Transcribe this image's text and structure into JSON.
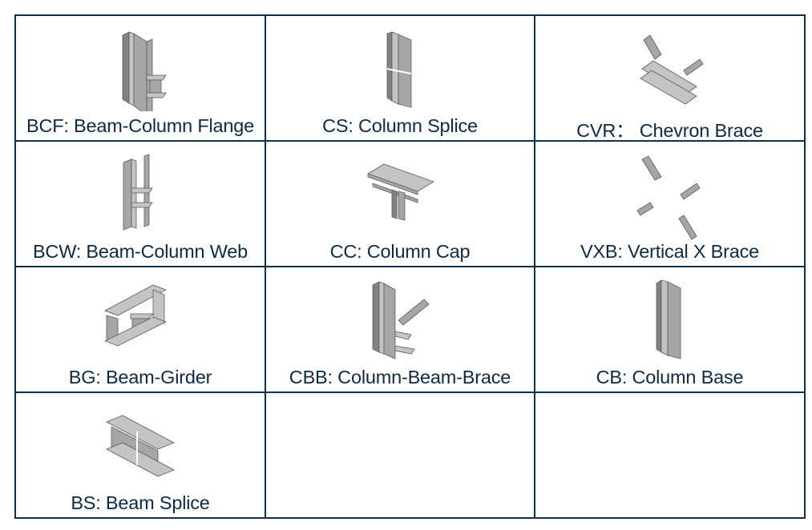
{
  "cells": [
    {
      "label": "BCF: Beam-Column Flange",
      "icon": "beam-column-flange-icon"
    },
    {
      "label": "CS: Column Splice",
      "icon": "column-splice-icon"
    },
    {
      "label": "CVR： Chevron Brace",
      "icon": "chevron-brace-icon"
    },
    {
      "label": "BCW: Beam-Column Web",
      "icon": "beam-column-web-icon"
    },
    {
      "label": "CC: Column Cap",
      "icon": "column-cap-icon"
    },
    {
      "label": "VXB: Vertical X Brace",
      "icon": "vertical-x-brace-icon"
    },
    {
      "label": "BG: Beam-Girder",
      "icon": "beam-girder-icon"
    },
    {
      "label": "CBB: Column-Beam-Brace",
      "icon": "column-beam-brace-icon"
    },
    {
      "label": "CB: Column Base",
      "icon": "column-base-icon"
    },
    {
      "label": "BS: Beam Splice",
      "icon": "beam-splice-icon"
    }
  ]
}
